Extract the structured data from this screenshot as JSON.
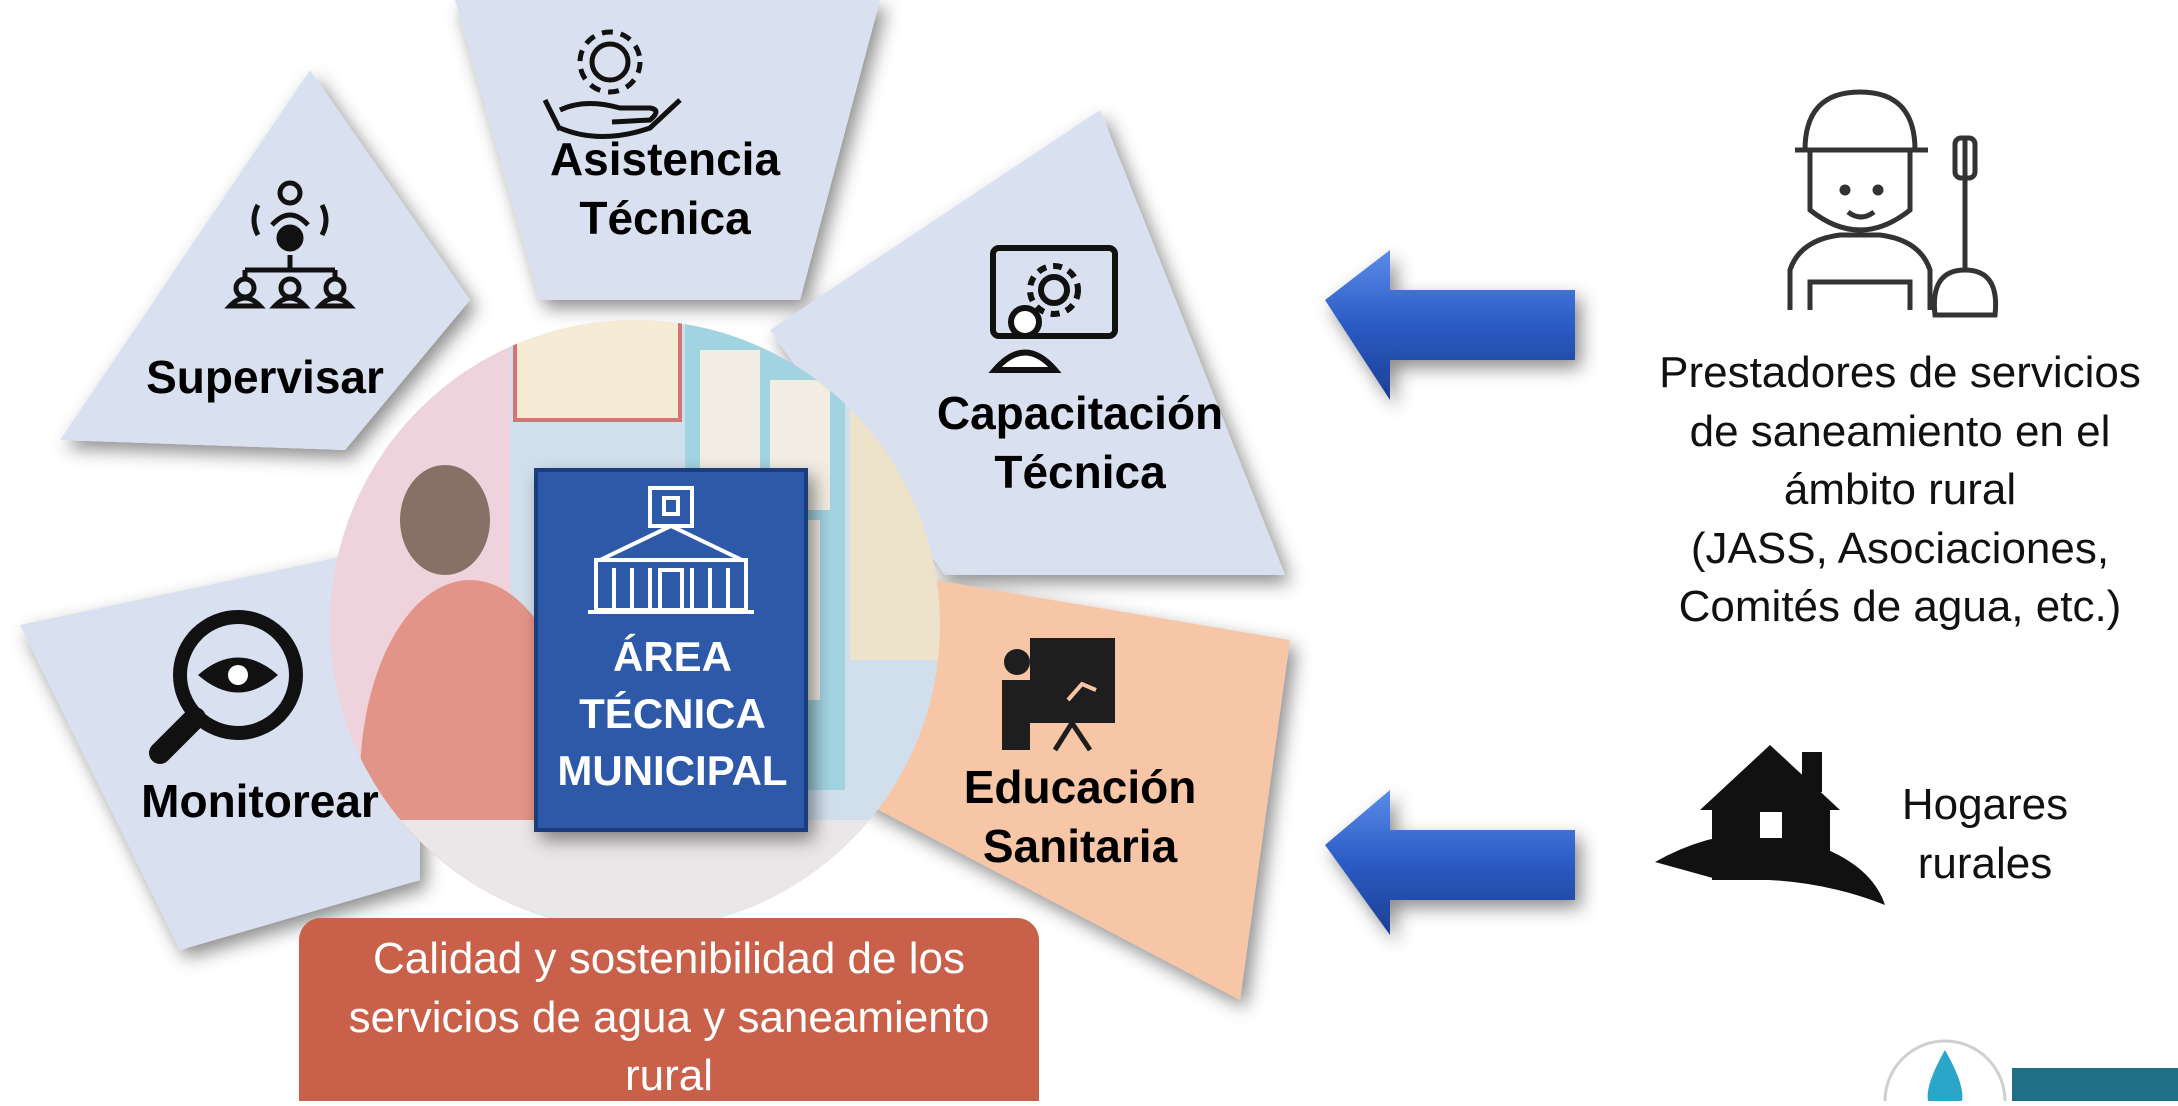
{
  "petals": {
    "asistencia": {
      "line1": "Asistencia",
      "line2": "Técnica"
    },
    "supervisar": {
      "line1": "Supervisar"
    },
    "capacitacion": {
      "line1": "Capacitación",
      "line2": "Técnica"
    },
    "monitorear": {
      "line1": "Monitorear"
    },
    "educacion": {
      "line1": "Educación",
      "line2": "Sanitaria"
    }
  },
  "center": {
    "line1": "ÁREA",
    "line2": "TÉCNICA",
    "line3": "MUNICIPAL"
  },
  "banner": {
    "line1": "Calidad y sostenibilidad de los",
    "line2": "servicios de agua y saneamiento",
    "line3": "rural"
  },
  "providers": {
    "line1": "Prestadores de servicios",
    "line2": "de saneamiento en el",
    "line3": "ámbito rural",
    "line4": "(JASS, Asociaciones,",
    "line5": "Comités de agua, etc.)"
  },
  "households": {
    "line1": "Hogares",
    "line2": "rurales"
  },
  "icons": [
    "hand-gear-icon",
    "hierarchy-icon",
    "monitor-gear-icon",
    "magnifier-eye-icon",
    "teacher-board-icon",
    "municipal-building-icon",
    "plumber-icon",
    "house-icon",
    "arrow-left-icon"
  ],
  "colors": {
    "petal": "#d9e1f0",
    "petal_accent": "#f6c6a6",
    "center_box": "#2e59a8",
    "banner": "#c9604a",
    "arrow": "#2f63c7"
  }
}
